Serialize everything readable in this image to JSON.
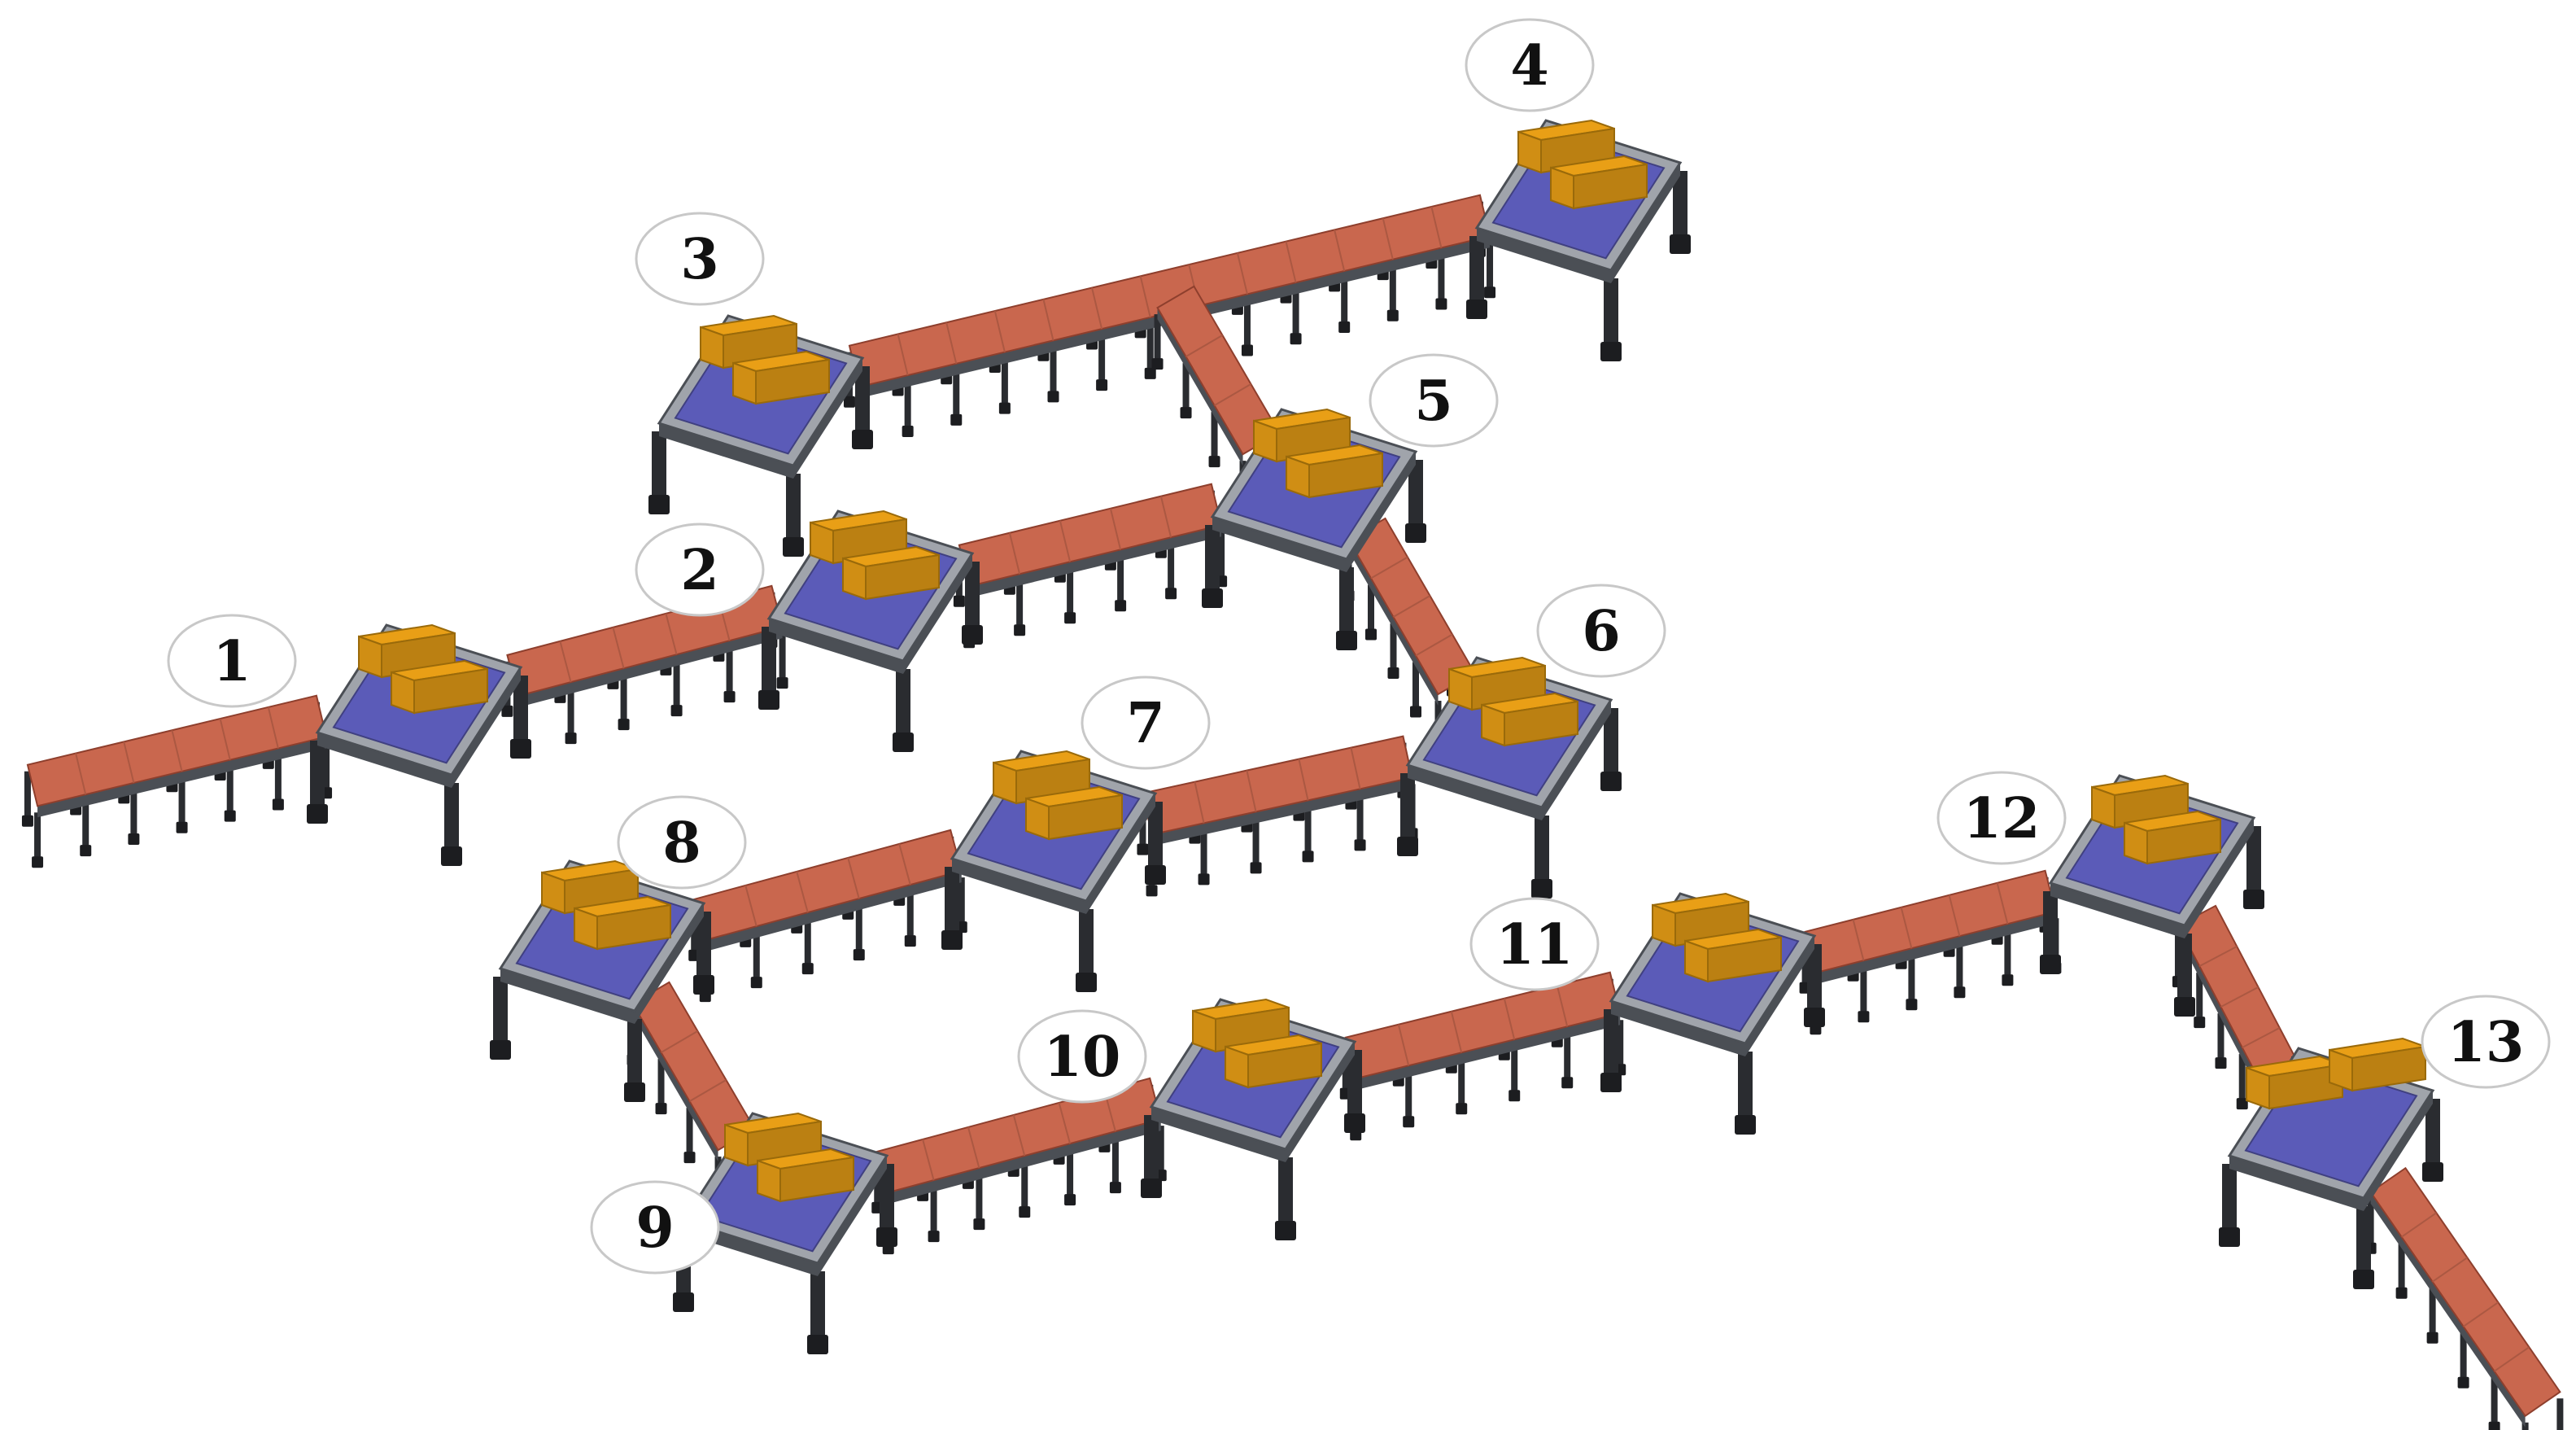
{
  "colors": {
    "background": "#ffffff",
    "conveyor_top": "#c9674e",
    "conveyor_edge": "#8e3f2d",
    "station_plate": "#5b5bb8",
    "station_frame": "#a0a4ab",
    "frame_dark": "#4b4f55",
    "leg": "#2a2c30",
    "box": "#d08e14",
    "box_dark": "#9a6a0a",
    "label_border": "#c8c8c8"
  },
  "stations": [
    {
      "id": "station-1",
      "label": "1",
      "boxes": 2
    },
    {
      "id": "station-2",
      "label": "2",
      "boxes": 2
    },
    {
      "id": "station-3",
      "label": "3",
      "boxes": 2
    },
    {
      "id": "station-4",
      "label": "4",
      "boxes": 2
    },
    {
      "id": "station-5",
      "label": "5",
      "boxes": 2
    },
    {
      "id": "station-6",
      "label": "6",
      "boxes": 2
    },
    {
      "id": "station-7",
      "label": "7",
      "boxes": 2
    },
    {
      "id": "station-8",
      "label": "8",
      "boxes": 2
    },
    {
      "id": "station-9",
      "label": "9",
      "boxes": 2
    },
    {
      "id": "station-10",
      "label": "10",
      "boxes": 2
    },
    {
      "id": "station-11",
      "label": "11",
      "boxes": 2
    },
    {
      "id": "station-12",
      "label": "12",
      "boxes": 2
    },
    {
      "id": "station-13",
      "label": "13",
      "boxes": 2
    }
  ],
  "conveyors": [
    {
      "id": "conveyor-inlet-1",
      "from": "inlet",
      "to": "1"
    },
    {
      "id": "conveyor-1-2",
      "from": "1",
      "to": "2"
    },
    {
      "id": "conveyor-2-5",
      "from": "2",
      "to": "5"
    },
    {
      "id": "conveyor-3-4",
      "from": "3",
      "to": "4"
    },
    {
      "id": "conveyor-junction-5",
      "from": "junction",
      "to": "5"
    },
    {
      "id": "conveyor-5-6",
      "from": "5",
      "to": "6"
    },
    {
      "id": "conveyor-6-7",
      "from": "6",
      "to": "7"
    },
    {
      "id": "conveyor-7-8",
      "from": "7",
      "to": "8"
    },
    {
      "id": "conveyor-8-9",
      "from": "8",
      "to": "9"
    },
    {
      "id": "conveyor-9-10",
      "from": "9",
      "to": "10"
    },
    {
      "id": "conveyor-10-11",
      "from": "10",
      "to": "11"
    },
    {
      "id": "conveyor-11-12",
      "from": "11",
      "to": "12"
    },
    {
      "id": "conveyor-12-13",
      "from": "12",
      "to": "13"
    },
    {
      "id": "conveyor-13-outlet",
      "from": "13",
      "to": "outlet"
    }
  ]
}
